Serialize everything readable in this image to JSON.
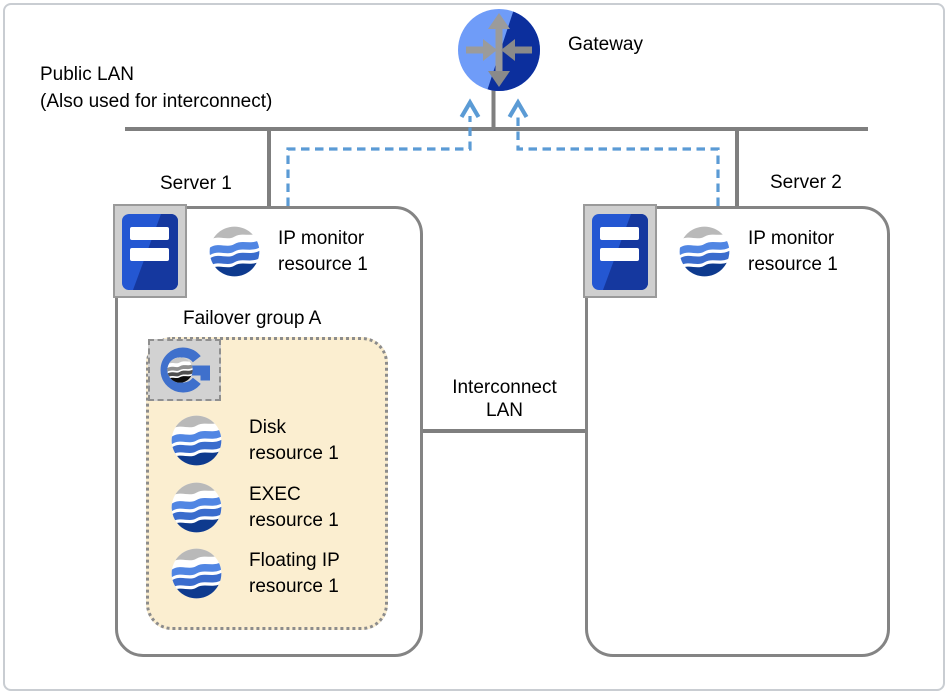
{
  "labels": {
    "public_lan": [
      "Public LAN",
      "(Also used for interconnect)"
    ],
    "gateway": "Gateway",
    "interconnect_lan": [
      "Interconnect",
      "LAN"
    ]
  },
  "server1": {
    "title": "Server 1",
    "ip_monitor": {
      "line1": "IP monitor",
      "line2": "resource 1"
    },
    "failover_group": {
      "title": "Failover group A",
      "resources": [
        {
          "line1": "Disk",
          "line2": "resource 1"
        },
        {
          "line1": "EXEC",
          "line2": "resource 1"
        },
        {
          "line1": "Floating IP",
          "line2": "resource 1"
        }
      ]
    }
  },
  "server2": {
    "title": "Server 2",
    "ip_monitor": {
      "line1": "IP monitor",
      "line2": "resource 1"
    }
  },
  "colors": {
    "lan_line_gray": "#7f7f7f",
    "dashed_arrow_blue": "#5b9bd5",
    "group_fill_cream": "#fbeed0",
    "gateway_light_blue": "#6f9cf8",
    "gateway_dark_blue": "#0c2f9d",
    "resource_gray": "#b9b9b9",
    "resource_blue": "#4a80dd",
    "resource_navy": "#0e3a8e",
    "logo_blue": "#3f70cc"
  }
}
